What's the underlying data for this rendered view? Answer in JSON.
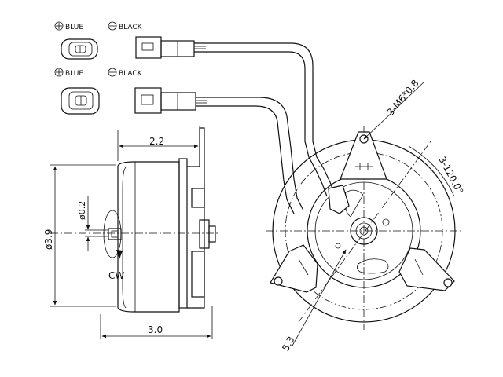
{
  "connectors": [
    {
      "plus_label": "BLUE",
      "minus_label": "BLACK"
    },
    {
      "plus_label": "BLUE",
      "minus_label": "BLACK"
    }
  ],
  "side_view": {
    "top_dimension": "2.2",
    "bottom_dimension": "3.0",
    "diameter_dimension": "ø3.9",
    "shaft_dimension": "ø0.2",
    "rotation_label": "CW"
  },
  "front_view": {
    "screw_callout": "3-M6*0.8",
    "angle_callout": "3-120.0°",
    "radius_callout": "5.3"
  }
}
